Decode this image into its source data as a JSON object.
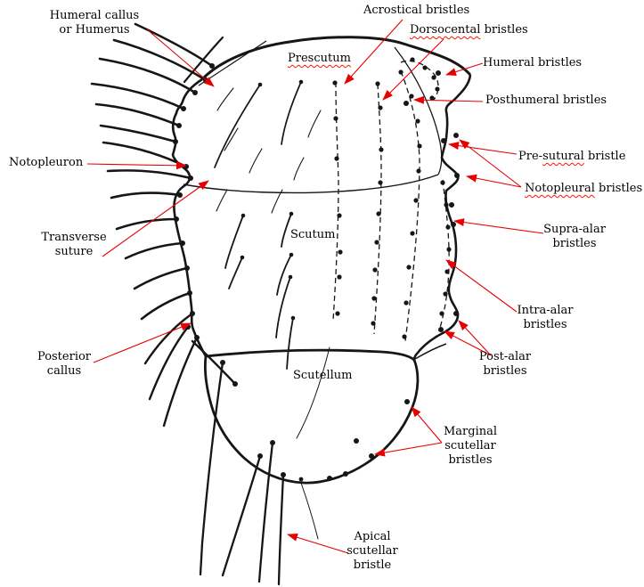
{
  "figure": {
    "kind": "anatomical line diagram",
    "subject": "Dorsal view of a fly thorax showing named bristles (chaetotaxy), regions and calli",
    "regions_shown": [
      "Prescutum",
      "Scutum",
      "Scutellum"
    ]
  },
  "colors": {
    "ink": "#161616",
    "arrow_red": "#e60000",
    "spellcheck_wavy_red": "#ff1500",
    "background": "#ffffff"
  },
  "labels": {
    "humeral_callus": {
      "pre": "Humeral callus\nor Humerus",
      "wavy": "",
      "post": ""
    },
    "acrostical": {
      "pre": "Acrostical bristles",
      "wavy": "",
      "post": ""
    },
    "dorsocental": {
      "pre": "",
      "wavy": "Dorsocental",
      "post": " bristles"
    },
    "humeral_bristles": {
      "pre": "Humeral bristles",
      "wavy": "",
      "post": ""
    },
    "posthumeral": {
      "pre": "Posthumeral bristles",
      "wavy": "",
      "post": ""
    },
    "presutural": {
      "pre": "Pre-",
      "wavy": "sutural",
      "post": " bristle"
    },
    "notopleural": {
      "pre": "",
      "wavy": "Notopleural",
      "post": " bristles"
    },
    "supra_alar": {
      "pre": "Supra-alar\nbristles",
      "wavy": "",
      "post": ""
    },
    "intra_alar": {
      "pre": "Intra-alar\nbristles",
      "wavy": "",
      "post": ""
    },
    "post_alar": {
      "pre": "Post-alar\nbristles",
      "wavy": "",
      "post": ""
    },
    "marginal_scutellar": {
      "pre": "Marginal\nscutellar\nbristles",
      "wavy": "",
      "post": ""
    },
    "apical_scutellar": {
      "pre": "Apical\nscutellar\nbristle",
      "wavy": "",
      "post": ""
    },
    "notopleuron": {
      "pre": "Notopleuron",
      "wavy": "",
      "post": ""
    },
    "transverse_suture": {
      "pre": "Transverse\nsuture",
      "wavy": "",
      "post": ""
    },
    "posterior_callus": {
      "pre": "Posterior\ncallus",
      "wavy": "",
      "post": ""
    },
    "prescutum": {
      "pre": "",
      "wavy": "Prescutum",
      "post": ""
    },
    "scutum": {
      "pre": "Scutum",
      "wavy": "",
      "post": ""
    },
    "scutellum": {
      "pre": "Scutellum",
      "wavy": "",
      "post": ""
    }
  }
}
